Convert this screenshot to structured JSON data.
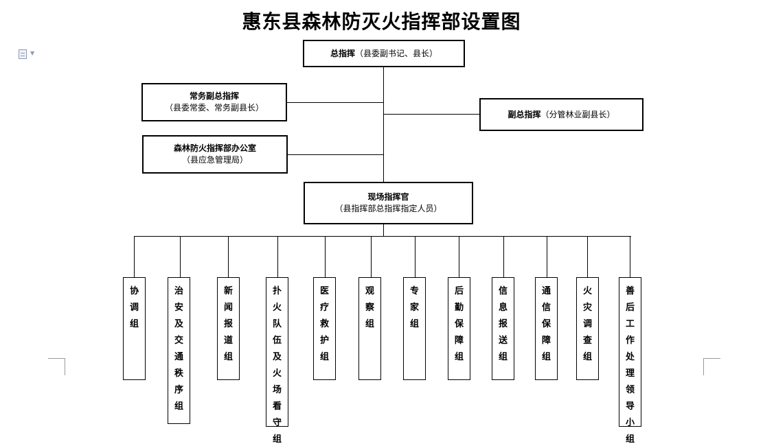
{
  "title": "惠东县森林防灭火指挥部设置图",
  "commander": {
    "role": "总指挥",
    "detail": "（县委副书记、县长）"
  },
  "exec_deputy": {
    "role": "常务副总指挥",
    "detail": "（县委常委、常务副县长）"
  },
  "deputy": {
    "role": "副总指挥",
    "detail": "（分管林业副县长）"
  },
  "office": {
    "role": "森林防火指挥部办公室",
    "detail": "（县应急管理局）"
  },
  "field": {
    "role": "现场指挥官",
    "detail": "（县指挥部总指挥指定人员）"
  },
  "groups": [
    "协调组",
    "治安及交通秩序组",
    "新闻报道组",
    "扑火队伍及火场看守组",
    "医疗救护组",
    "观察组",
    "专家组",
    "后勤保障组",
    "信息报送组",
    "通信保障组",
    "火灾调查组",
    "善后工作处理领导小组"
  ]
}
